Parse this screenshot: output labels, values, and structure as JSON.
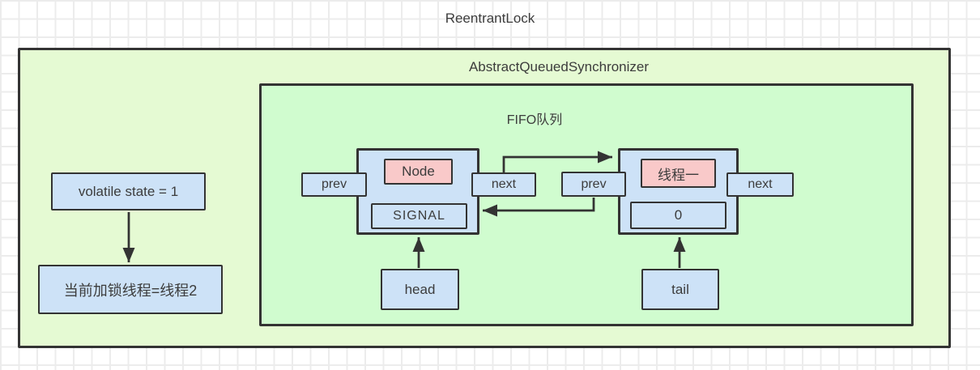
{
  "title": "ReentrantLock",
  "aqs": {
    "label": "AbstractQueuedSynchronizer",
    "state_box": "volatile state = 1",
    "owner_box": "当前加锁线程=线程2",
    "fifo": {
      "label": "FIFO队列",
      "head_label": "head",
      "tail_label": "tail",
      "nodes": [
        {
          "title": "Node",
          "status": "SIGNAL",
          "prev": "prev",
          "next": "next"
        },
        {
          "title": "线程一",
          "status": "0",
          "prev": "prev",
          "next": "next"
        }
      ]
    }
  },
  "colors": {
    "outer_fill": "#e5fad3",
    "inner_fill": "#d0fccf",
    "node_fill": "#cde2f7",
    "highlight_fill": "#f9c9c9",
    "border": "#333333",
    "text": "#3c3c3c",
    "grid_line": "#ececec"
  }
}
